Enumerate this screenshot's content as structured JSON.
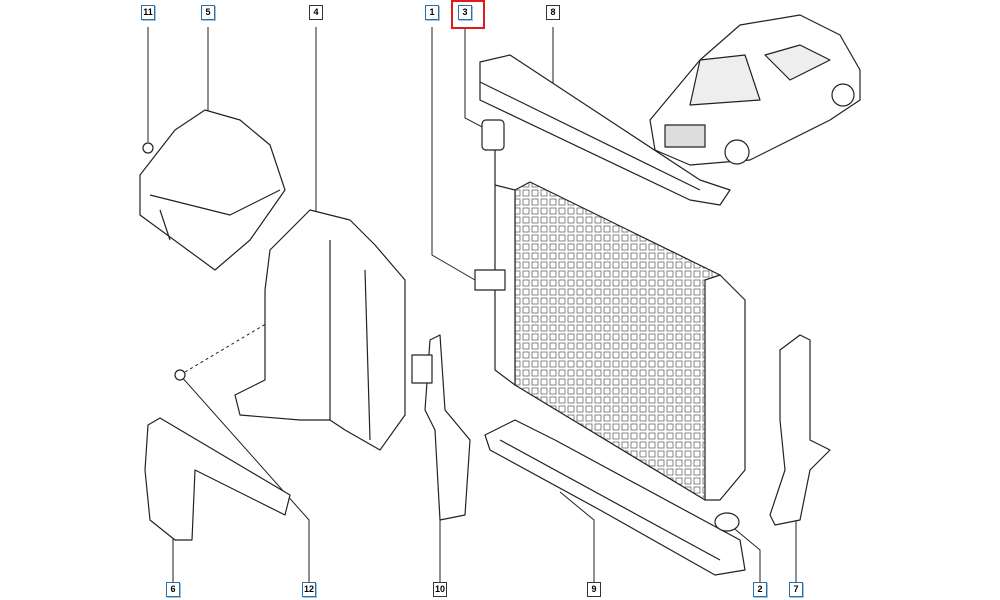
{
  "diagram": {
    "title": "Radiator and cooling assembly parts",
    "highlight_color": "#e01b1b",
    "highlighted_part": "3",
    "callouts": [
      {
        "id": "11",
        "label": "11"
      },
      {
        "id": "5",
        "label": "5"
      },
      {
        "id": "4",
        "label": "4"
      },
      {
        "id": "1",
        "label": "1"
      },
      {
        "id": "3",
        "label": "3"
      },
      {
        "id": "8",
        "label": "8"
      },
      {
        "id": "6",
        "label": "6"
      },
      {
        "id": "12",
        "label": "12"
      },
      {
        "id": "10",
        "label": "10"
      },
      {
        "id": "9",
        "label": "9"
      },
      {
        "id": "2",
        "label": "2"
      },
      {
        "id": "7",
        "label": "7"
      }
    ]
  }
}
